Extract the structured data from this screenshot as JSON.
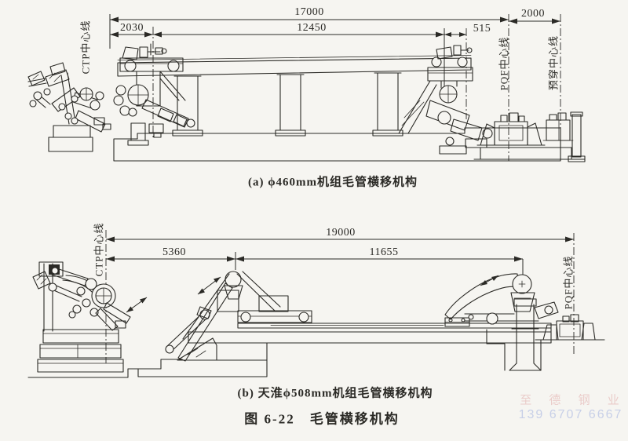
{
  "page": {
    "paper_color": "#f6f5f1",
    "ink_color": "#2b2a26"
  },
  "diagram_a": {
    "caption": "(a) ϕ460mm机组毛管横移机构",
    "dim_total": "17000",
    "dim_ctp_to_pickup": "2030",
    "dim_travel": "12450",
    "dim_offset": "515",
    "dim_pqf_to_prepierce": "2000",
    "centerline_ctp": "CTP中心线",
    "centerline_pqf": "PQF中心线",
    "centerline_prepierce": "预穿中心线"
  },
  "diagram_b": {
    "caption": "(b) 天淮ϕ508mm机组毛管横移机构",
    "dim_total": "19000",
    "dim_left": "5360",
    "dim_right": "11655",
    "centerline_ctp": "CTP中心线",
    "centerline_pqf": "PQF中心线"
  },
  "figure_caption": "图 6-22　毛管横移机构",
  "watermark": {
    "line1": "至 德 钢 业",
    "line2": "139 6707 6667",
    "line1_color": "#d98a8a",
    "line2_color": "#8fa3dd"
  }
}
